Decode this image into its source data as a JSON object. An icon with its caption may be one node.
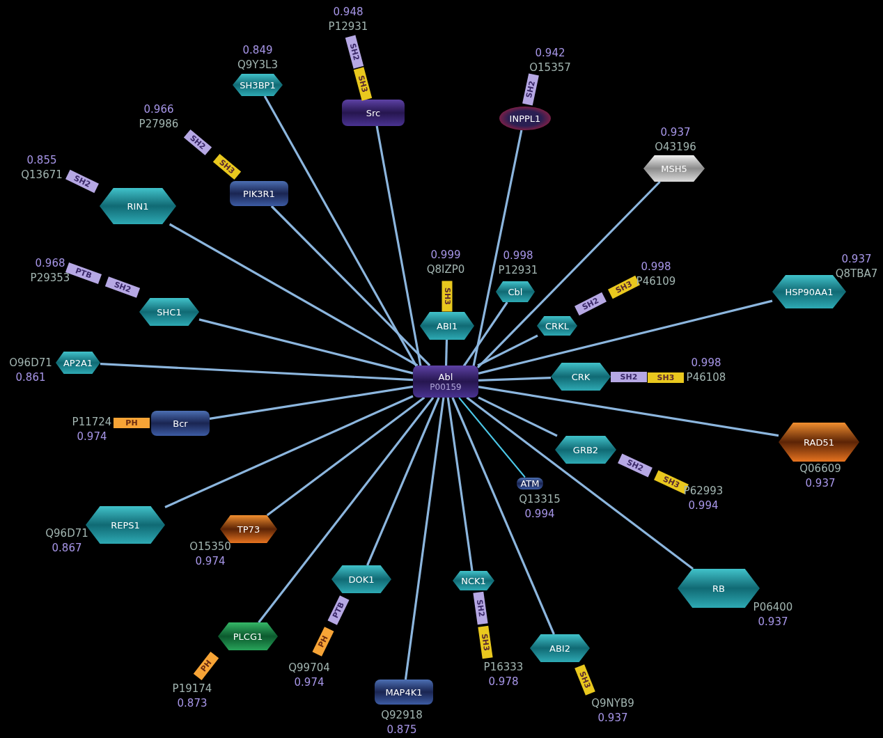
{
  "diagram": {
    "nodes": [
      {
        "text": [
          "Abl",
          "P00159"
        ]
      },
      {
        "text": [
          "SH3BP1"
        ],
        "beside": [
          "0.849",
          "Q9Y3L3"
        ]
      },
      {
        "text": [
          "Src"
        ],
        "beside": [
          "0.948",
          "P12931"
        ]
      },
      {
        "text": [
          "SH2"
        ]
      },
      {
        "text": [
          "SH3"
        ]
      },
      {
        "text": [
          "INPPL1"
        ],
        "beside": [
          "0.942",
          "O15357"
        ]
      },
      {
        "text": [
          "SH2"
        ]
      },
      {
        "text": [
          "MSH5"
        ],
        "beside": [
          "0.937",
          "O43196"
        ]
      },
      {
        "text": [
          "PIK3R1"
        ],
        "beside": [
          "0.966",
          "P27986"
        ]
      },
      {
        "text": [
          "SH2"
        ]
      },
      {
        "text": [
          "SH3"
        ]
      },
      {
        "text": [
          "RIN1"
        ],
        "beside": [
          "0.855",
          "Q13671"
        ]
      },
      {
        "text": [
          "SH2"
        ]
      },
      {
        "text": [
          "SHC1"
        ],
        "beside": [
          "0.968",
          "P29353"
        ]
      },
      {
        "text": [
          "PTB"
        ]
      },
      {
        "text": [
          "SH2"
        ]
      },
      {
        "text": [
          "AP2A1"
        ],
        "beside": [
          "O96D71",
          "0.861"
        ]
      },
      {
        "text": [
          "ABI1"
        ],
        "beside": [
          "0.999",
          "Q8IZP0"
        ]
      },
      {
        "text": [
          "SH3"
        ]
      },
      {
        "text": [
          "Cbl"
        ],
        "beside": [
          "0.998",
          "P12931"
        ]
      },
      {
        "text": [
          "CRKL"
        ],
        "beside": [
          "0.998",
          "P46109"
        ]
      },
      {
        "text": [
          "SH2"
        ]
      },
      {
        "text": [
          "SH3"
        ]
      },
      {
        "text": [
          "HSP90AA1"
        ],
        "beside": [
          "0.937",
          "Q8TBA7"
        ]
      },
      {
        "text": [
          "Bcr"
        ],
        "beside": [
          "P11724",
          "0.974"
        ]
      },
      {
        "text": [
          "PH"
        ]
      },
      {
        "text": [
          "CRK"
        ],
        "beside": [
          "0.998",
          "P46108"
        ]
      },
      {
        "text": [
          "SH2"
        ]
      },
      {
        "text": [
          "SH3"
        ]
      },
      {
        "text": [
          "RAD51"
        ],
        "beside": [
          "Q06609",
          "0.937"
        ]
      },
      {
        "text": [
          "GRB2"
        ],
        "beside": [
          "P62993",
          "0.994"
        ]
      },
      {
        "text": [
          "SH2"
        ]
      },
      {
        "text": [
          "SH3"
        ]
      },
      {
        "text": [
          "ATM"
        ],
        "beside": [
          "Q13315",
          "0.994"
        ]
      },
      {
        "text": [
          "REPS1"
        ],
        "beside": [
          "Q96D71",
          "0.867"
        ]
      },
      {
        "text": [
          "TP73"
        ],
        "beside": [
          "O15350",
          "0.974"
        ]
      },
      {
        "text": [
          "RB"
        ],
        "beside": [
          "P06400",
          "0.937"
        ]
      },
      {
        "text": [
          "DOK1"
        ],
        "beside": [
          "Q99704",
          "0.974"
        ]
      },
      {
        "text": [
          "PTB"
        ]
      },
      {
        "text": [
          "PH"
        ]
      },
      {
        "text": [
          "NCK1"
        ],
        "beside": [
          "P16333",
          "0.978"
        ]
      },
      {
        "text": [
          "SH2"
        ]
      },
      {
        "text": [
          "SH3"
        ]
      },
      {
        "text": [
          "PLCG1"
        ],
        "beside": [
          "P19174",
          "0.873"
        ]
      },
      {
        "text": [
          "PH"
        ]
      },
      {
        "text": [
          "ABI2"
        ],
        "beside": [
          "Q9NYB9",
          "0.937"
        ]
      },
      {
        "text": [
          "SH3"
        ]
      },
      {
        "text": [
          "MAP4K1"
        ],
        "beside": [
          "Q92918",
          "0.875"
        ]
      }
    ],
    "edges": [
      {
        "from": 0,
        "to": 1,
        "arrow": "none"
      },
      {
        "from": 0,
        "to": 2,
        "arrow": "none"
      },
      {
        "from": 0,
        "to": 5,
        "arrow": "none"
      },
      {
        "from": 0,
        "to": 7,
        "arrow": "none"
      },
      {
        "from": 0,
        "to": 8,
        "arrow": "none"
      },
      {
        "from": 0,
        "to": 11,
        "arrow": "none"
      },
      {
        "from": 0,
        "to": 13,
        "arrow": "none"
      },
      {
        "from": 0,
        "to": 16,
        "arrow": "none"
      },
      {
        "from": 0,
        "to": 17,
        "arrow": "none"
      },
      {
        "from": 0,
        "to": 19,
        "arrow": "none"
      },
      {
        "from": 0,
        "to": 20,
        "arrow": "none"
      },
      {
        "from": 0,
        "to": 23,
        "arrow": "none"
      },
      {
        "from": 0,
        "to": 24,
        "arrow": "none"
      },
      {
        "from": 0,
        "to": 26,
        "arrow": "none"
      },
      {
        "from": 0,
        "to": 29,
        "arrow": "none"
      },
      {
        "from": 0,
        "to": 30,
        "arrow": "none"
      },
      {
        "from": 0,
        "to": 33,
        "arrow": "none",
        "color": "#4cc8e8"
      },
      {
        "from": 0,
        "to": 34,
        "arrow": "none"
      },
      {
        "from": 0,
        "to": 35,
        "arrow": "none"
      },
      {
        "from": 0,
        "to": 36,
        "arrow": "none"
      },
      {
        "from": 0,
        "to": 37,
        "arrow": "none"
      },
      {
        "from": 0,
        "to": 40,
        "arrow": "none"
      },
      {
        "from": 0,
        "to": 43,
        "arrow": "none"
      },
      {
        "from": 0,
        "to": 45,
        "arrow": "none"
      },
      {
        "from": 0,
        "to": 47,
        "arrow": "none"
      }
    ]
  }
}
